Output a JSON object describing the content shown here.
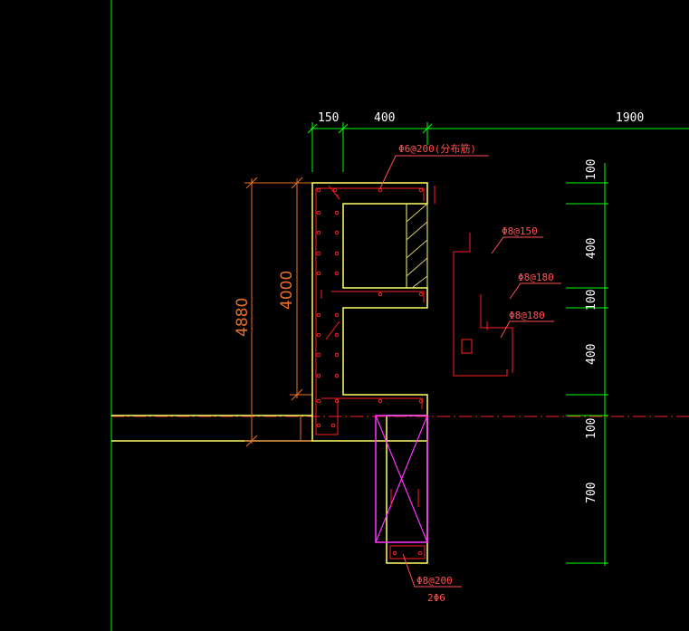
{
  "drawing": {
    "top_dimensions": [
      "150",
      "400",
      "1900"
    ],
    "right_dimensions": [
      "100",
      "400",
      "100",
      "400",
      "100",
      "700"
    ],
    "left_dimensions": [
      "4880",
      "4000"
    ],
    "rebar_notes": {
      "distribution": "Φ6@200(分布筋)",
      "bar_150": "Φ8@150",
      "bar_180_a": "Φ8@180",
      "bar_180_b": "Φ8@180",
      "beam_stirrup": "Φ8@200",
      "beam_bars": "2Φ6"
    },
    "colors": {
      "background": "#000000",
      "axis": "#00ff00",
      "concrete_outline": "#ffff66",
      "rebar": "#ff2020",
      "dimension": "#e8702a",
      "beam": "#ff33ff",
      "notes": "#ff5050"
    }
  }
}
